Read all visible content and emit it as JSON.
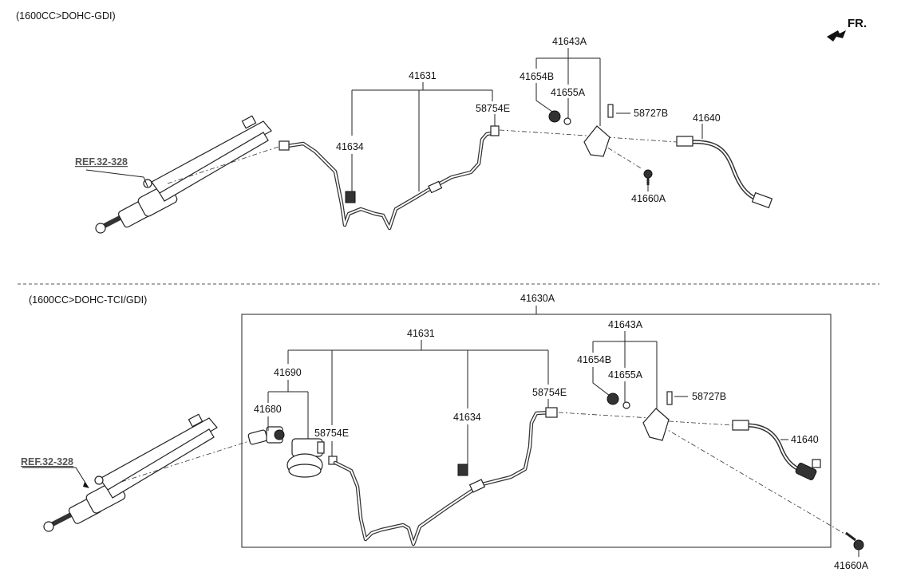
{
  "top_section": {
    "title": "(1600CC>DOHC-GDI)",
    "labels": {
      "p41631": "41631",
      "p41634": "41634",
      "p58754E": "58754E",
      "p41643A": "41643A",
      "p41654B": "41654B",
      "p41655A": "41655A",
      "p58727B": "58727B",
      "p41640": "41640",
      "p41660A": "41660A",
      "ref": "REF.32-328"
    }
  },
  "bottom_section": {
    "title": "(1600CC>DOHC-TCI/GDI)",
    "labels": {
      "p41630A": "41630A",
      "p41631": "41631",
      "p41690": "41690",
      "p41680": "41680",
      "p58754E_a": "58754E",
      "p58754E_b": "58754E",
      "p41634": "41634",
      "p41643A": "41643A",
      "p41654B": "41654B",
      "p41655A": "41655A",
      "p58727B": "58727B",
      "p41640": "41640",
      "p41660A": "41660A",
      "ref": "REF.32-328"
    }
  },
  "direction": {
    "label": "FR."
  }
}
